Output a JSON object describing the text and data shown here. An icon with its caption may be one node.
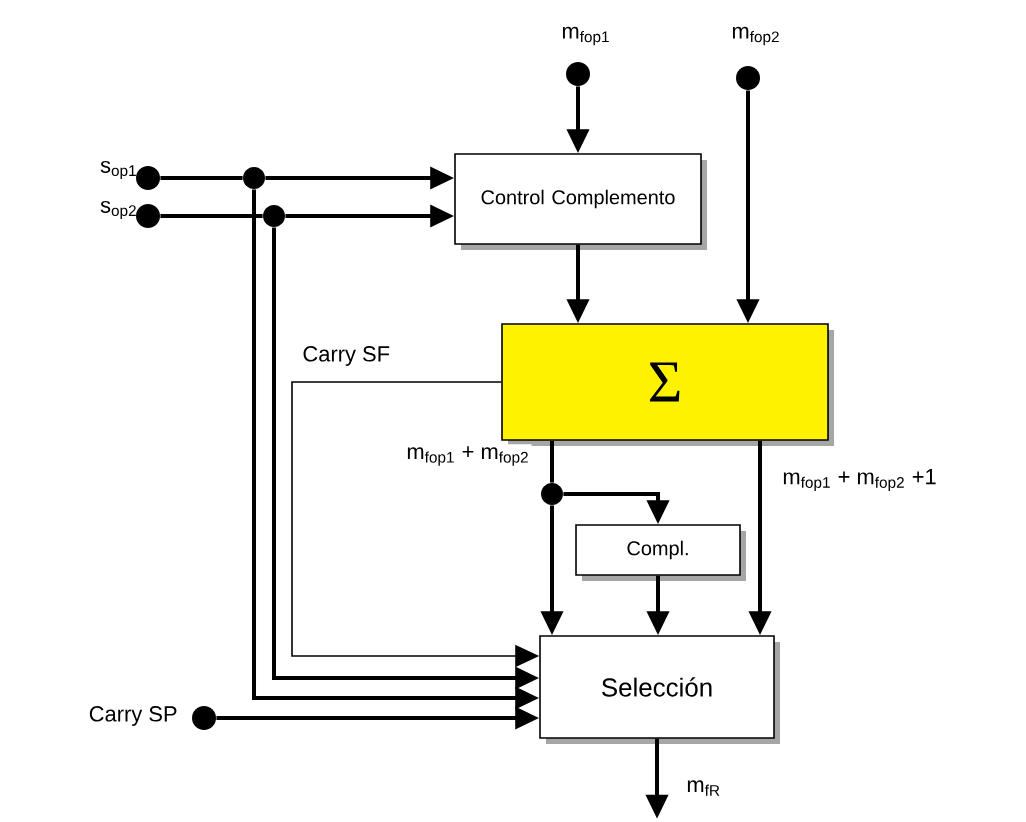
{
  "diagram": {
    "nodes": [
      {
        "text": [
          "Control Complemento"
        ]
      },
      {
        "text": [
          "Σ"
        ]
      },
      {
        "text": [
          "Compl."
        ]
      },
      {
        "text": [
          "Selección"
        ]
      },
      {
        "text": [
          "m$_{fop1}$"
        ]
      },
      {
        "text": [
          "m$_{fop2}$"
        ]
      },
      {
        "text": [
          "s$_{op1}$"
        ]
      },
      {
        "text": [
          "s$_{op2}$"
        ]
      },
      {
        "text": [
          "Carry SP"
        ]
      },
      {
        "text": [],
        "shape": "circle"
      },
      {
        "text": [],
        "shape": "circle"
      },
      {
        "text": [],
        "shape": "circle"
      }
    ],
    "edges": [
      {
        "from": 4,
        "to": 0,
        "arrow": "to"
      },
      {
        "from": 5,
        "to": 1,
        "arrow": "to"
      },
      {
        "from": 6,
        "to": 9,
        "arrow": "none"
      },
      {
        "from": 9,
        "to": 0,
        "arrow": "to"
      },
      {
        "from": 7,
        "to": 10,
        "arrow": "none"
      },
      {
        "from": 10,
        "to": 0,
        "arrow": "to"
      },
      {
        "from": 9,
        "to": 3,
        "arrow": "to"
      },
      {
        "from": 10,
        "to": 3,
        "arrow": "to"
      },
      {
        "from": 0,
        "to": 1,
        "arrow": "to"
      },
      {
        "from": 1,
        "to": 3,
        "arrow": "to",
        "label": "Carry SF"
      },
      {
        "from": 1,
        "to": 11,
        "arrow": "none",
        "label": "m$_{fop1}$ + m$_{fop2}$"
      },
      {
        "from": 11,
        "to": 3,
        "arrow": "to"
      },
      {
        "from": 11,
        "to": 2,
        "arrow": "to"
      },
      {
        "from": 2,
        "to": 3,
        "arrow": "to"
      },
      {
        "from": 1,
        "to": 3,
        "arrow": "to",
        "label": "m$_{fop1}$ + m$_{fop2}$ +1"
      },
      {
        "from": 8,
        "to": 3,
        "arrow": "to"
      },
      {
        "from": 3,
        "to": null,
        "arrow": "to",
        "label": "m$_{fR}$"
      }
    ]
  }
}
